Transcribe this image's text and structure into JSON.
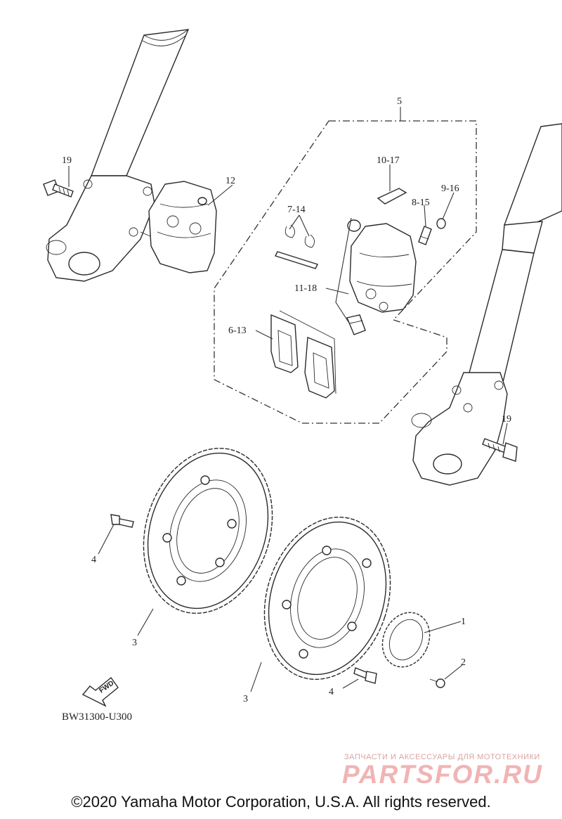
{
  "diagram": {
    "callouts": {
      "c1": "1",
      "c2": "2",
      "c3a": "3",
      "c3b": "3",
      "c4a": "4",
      "c4b": "4",
      "c5": "5",
      "c6_13": "6-13",
      "c7_14": "7-14",
      "c8_15": "8-15",
      "c9_16": "9-16",
      "c10_17": "10-17",
      "c11_18": "11-18",
      "c12": "12",
      "c19a": "19",
      "c19b": "19"
    },
    "fwd_label": "FWD",
    "drawing_code": "BW31300-U300"
  },
  "watermark": {
    "tagline": "ЗАПЧАСТИ И АКСЕССУАРЫ ДЛЯ МОТОТЕХНИКИ",
    "brand": "PARTSFOR.RU"
  },
  "footer": {
    "copyright": "©2020 Yamaha Motor Corporation, U.S.A. All rights reserved."
  }
}
